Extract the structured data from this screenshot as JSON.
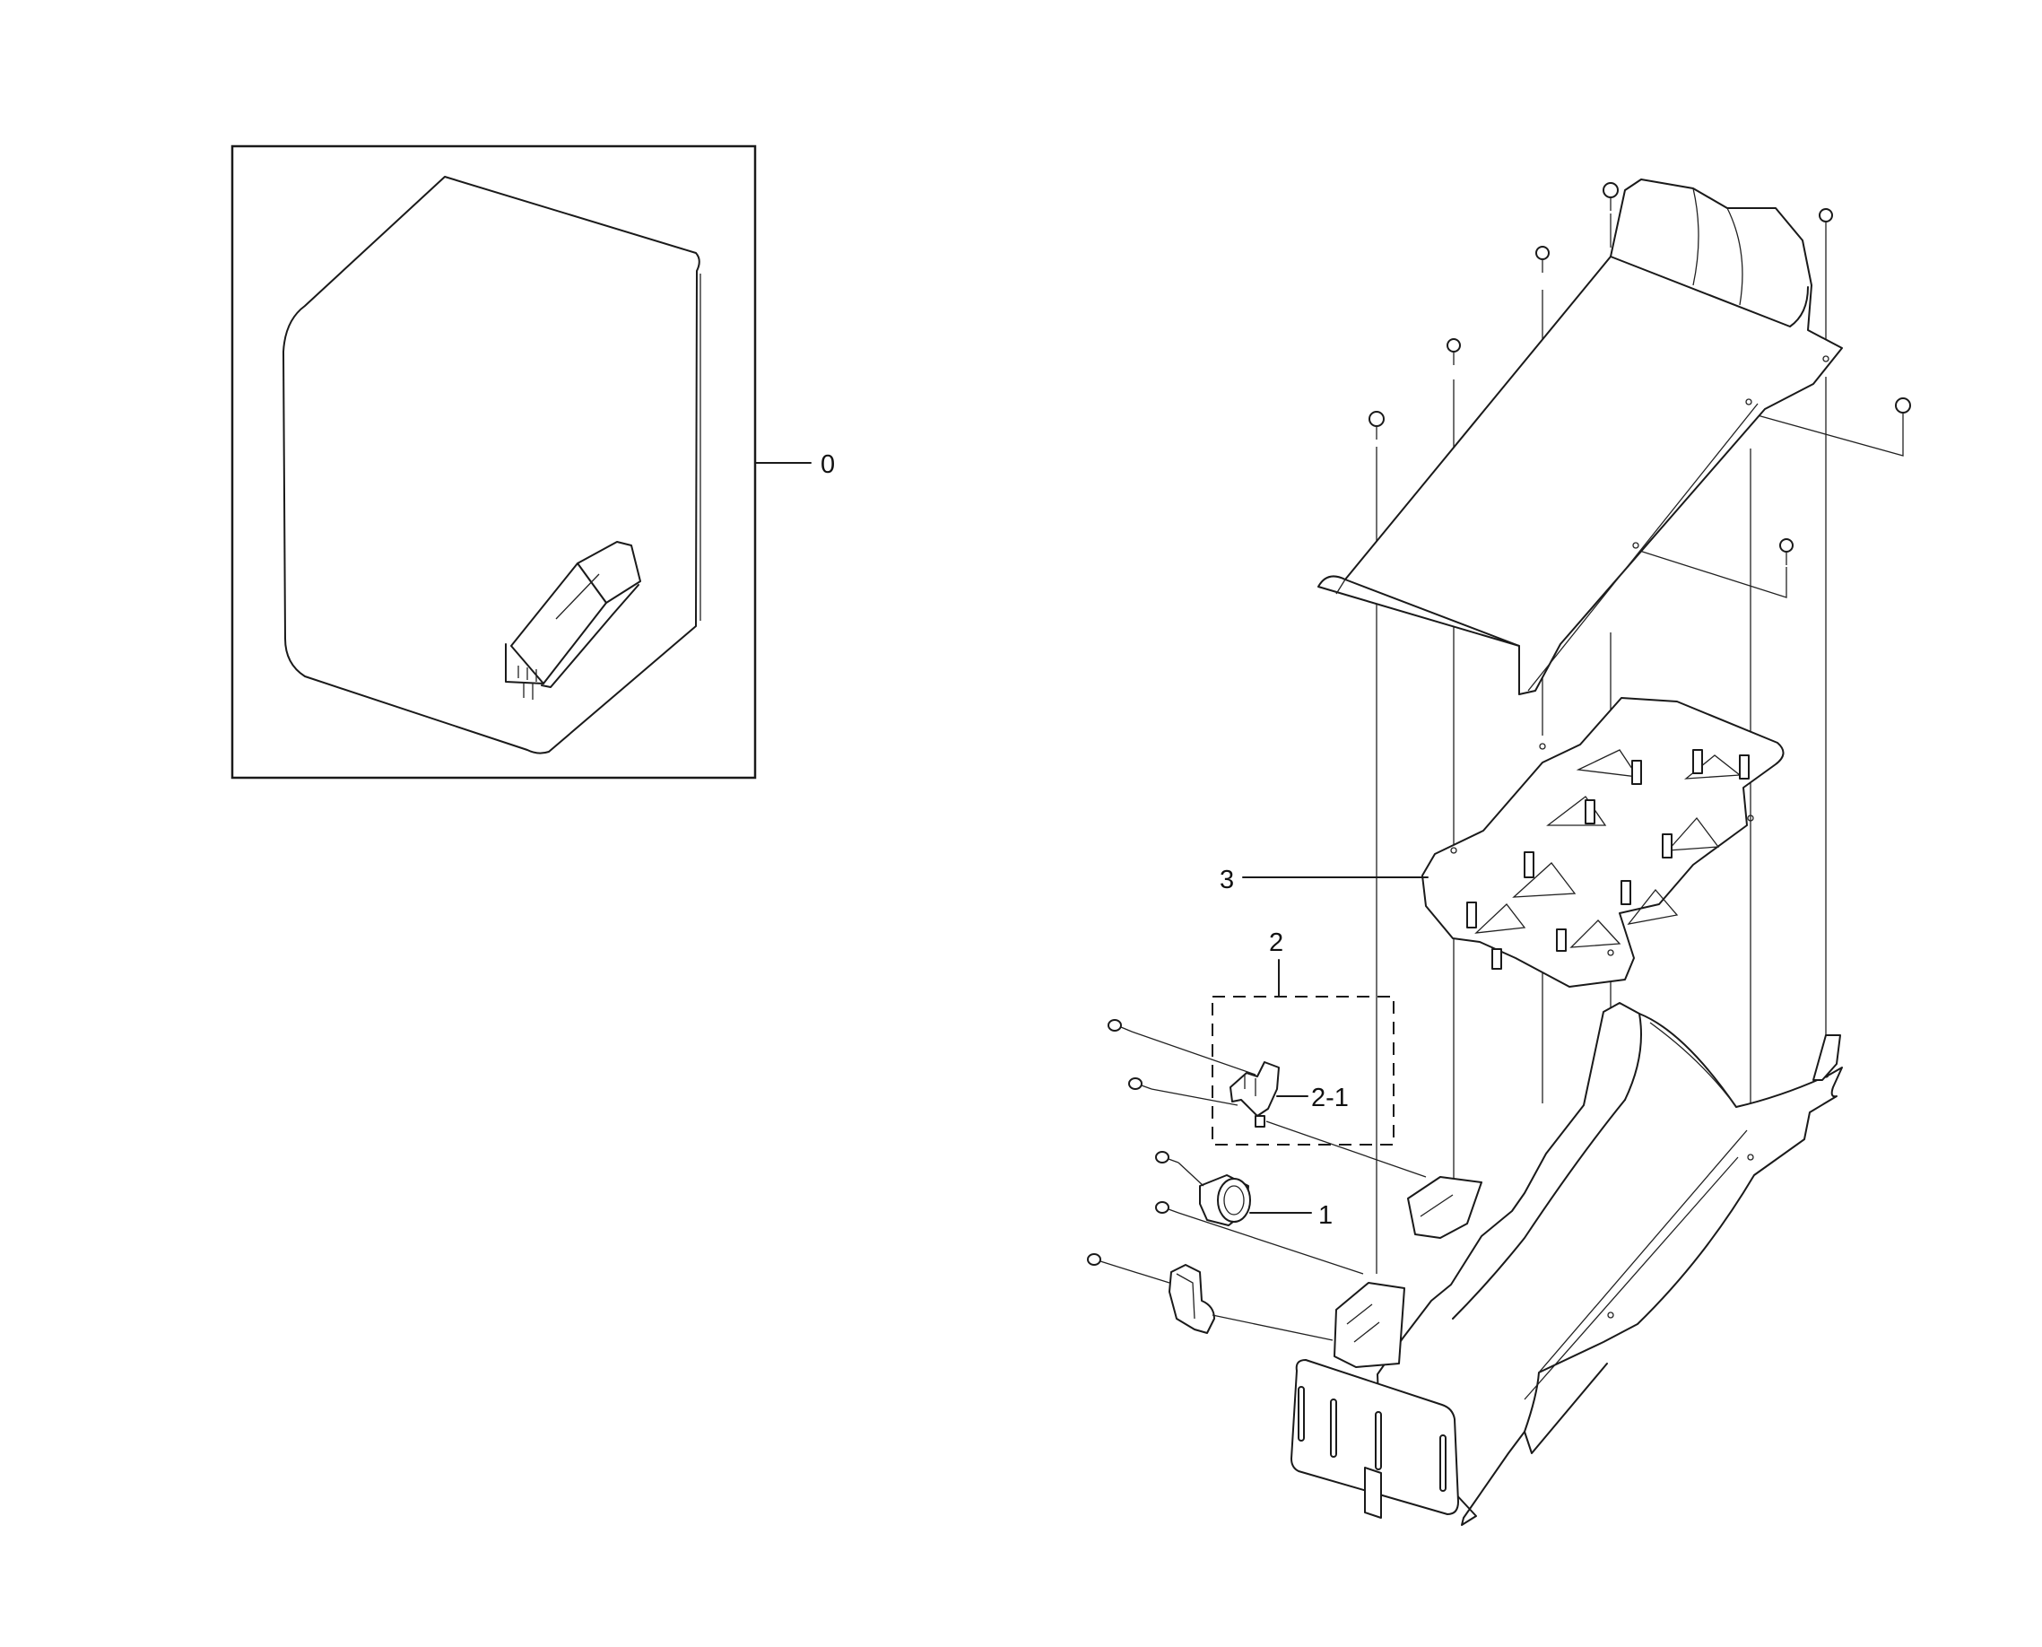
{
  "diagram": {
    "callouts": {
      "assembly": "0",
      "thermostat": "1",
      "thermal_fuse_kit": "2",
      "thermal_fuse": "2-1",
      "heater_element": "3"
    }
  }
}
